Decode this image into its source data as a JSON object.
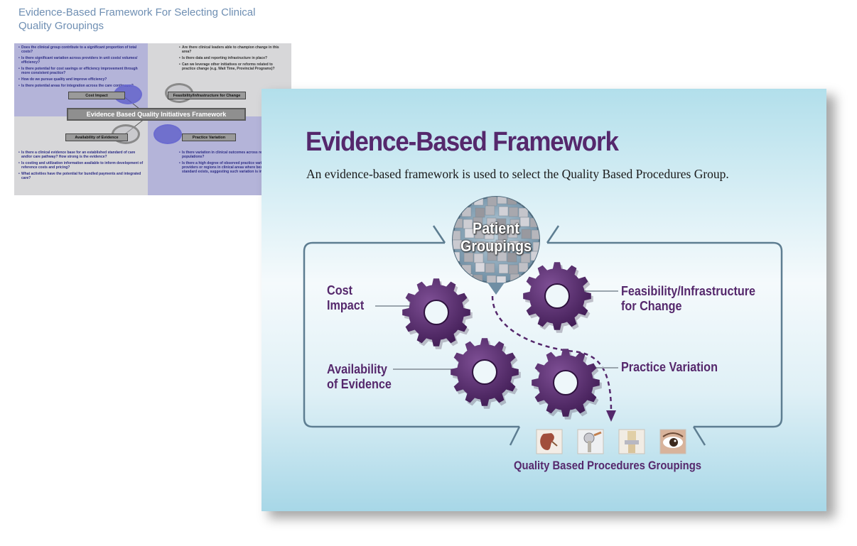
{
  "page": {
    "title": "Evidence-Based Framework For Selecting Clinical Quality Groupings"
  },
  "thumbnail": {
    "framework_label": "Evidence Based Quality Initiatives Framework",
    "cost_impact": {
      "label": "Cost Impact",
      "questions": [
        "Does the clinical group contribute to a significant proportion of total costs?",
        "Is there significant variation across providers in unit costs/ volumes/ efficiency?",
        "Is there potential for cost savings or efficiency improvement through more consistent practice?",
        "How do we pursue quality and improve efficiency?",
        "Is there potential areas for integration across the care continuum?"
      ]
    },
    "feasibility": {
      "label": "Feasibility/Infrastructure for  Change",
      "questions": [
        "Are there clinical leaders able to champion change in this area?",
        "Is there data and reporting infrastructure in place?",
        "Can we leverage other initiatives or reforms related to practice change (e.g. Wait Time, Provincial Programs)?"
      ]
    },
    "availability": {
      "label": "Availability of Evidence",
      "questions": [
        "Is there a clinical evidence base for an established standard of care and/or care pathway? How strong is the evidence?",
        "Is costing and utilization information available to inform development of reference costs and pricing?",
        "What activities have the potential for bundled payments and integrated care?"
      ]
    },
    "practice": {
      "label": "Practice Variation",
      "questions": [
        "Is there variation in clinical outcomes across regions and populations?",
        "Is there a high degree of observed practice variation across providers or regions in clinical areas where best practice or standard exists, suggesting such variation is inappropriate?"
      ]
    }
  },
  "slide": {
    "title": "Evidence-Based Framework",
    "subtitle": "An evidence-based framework is used to select the Quality Based Procedures Group.",
    "hub": {
      "line1": "Patient",
      "line2": "Groupings"
    },
    "gears": [
      {
        "line1": "Cost",
        "line2": "Impact"
      },
      {
        "line1": "Feasibility/Infrastructure",
        "line2": "for Change"
      },
      {
        "line1": "Availability",
        "line2": "of Evidence"
      },
      {
        "line1": "Practice Variation",
        "line2": ""
      }
    ],
    "procedures": {
      "label": "Quality Based Procedures Groupings",
      "icons": [
        "kidney-icon",
        "hip-joint-icon",
        "knee-joint-icon",
        "eye-icon"
      ]
    },
    "colors": {
      "purple": "#55286c",
      "frame": "#5d7d91",
      "connector": "#9aa5ad"
    }
  }
}
